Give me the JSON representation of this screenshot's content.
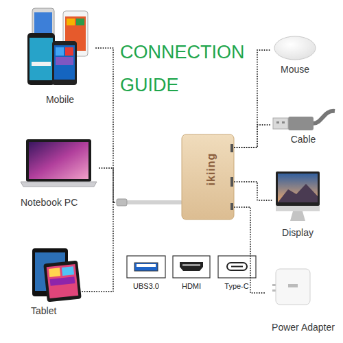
{
  "diagram": {
    "title": "CONNECTION GUIDE",
    "nodes": [
      {
        "text": [
          "Mobile"
        ]
      },
      {
        "text": [
          "Notebook PC"
        ]
      },
      {
        "text": [
          "Tablet"
        ]
      },
      {
        "text": [
          "ikiing"
        ]
      },
      {
        "text": [
          "Mouse"
        ]
      },
      {
        "text": [
          "Cable"
        ]
      },
      {
        "text": [
          "Display"
        ]
      },
      {
        "text": [
          "Power Adapter"
        ]
      }
    ],
    "edges": [
      {
        "from": 0,
        "to": 3,
        "arrow": "none"
      },
      {
        "from": 1,
        "to": 3,
        "arrow": "none"
      },
      {
        "from": 2,
        "to": 3,
        "arrow": "none"
      },
      {
        "from": 3,
        "to": 4,
        "arrow": "none"
      },
      {
        "from": 3,
        "to": 5,
        "arrow": "none"
      },
      {
        "from": 3,
        "to": 6,
        "arrow": "none"
      },
      {
        "from": 3,
        "to": 7,
        "arrow": "none"
      }
    ],
    "labels": [
      "UBS3.0",
      "HDMI",
      "Type-C"
    ]
  }
}
